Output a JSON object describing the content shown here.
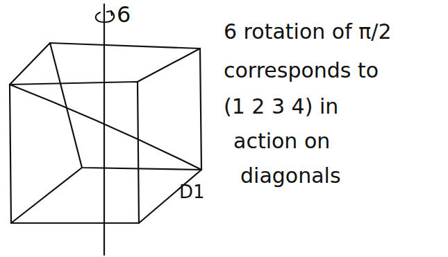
{
  "diagram": {
    "labels": [
      "6",
      "D1",
      "6 rotation of π/2",
      "corresponds to",
      "(1 2 3 4) in",
      "action on",
      "diagonals"
    ]
  }
}
